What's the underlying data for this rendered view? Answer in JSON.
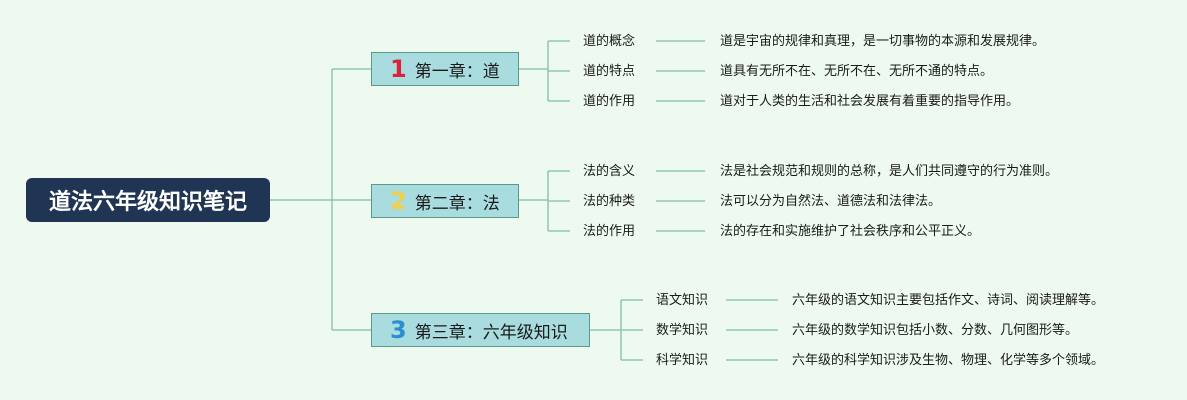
{
  "colors": {
    "background": "#eefaef",
    "root_fill": "#1f3553",
    "chapter_fill": "#a9dcdf",
    "chapter_border": "#5a9a89",
    "line": "#7fbfa8",
    "num1": "#d7243a",
    "num2": "#f2cf4a",
    "num3": "#2a8fd1"
  },
  "root": {
    "title": "道法六年级知识笔记"
  },
  "chapters": [
    {
      "num": "1",
      "title": "第一章：道",
      "items": [
        {
          "label": "道的概念",
          "desc": "道是宇宙的规律和真理，是一切事物的本源和发展规律。"
        },
        {
          "label": "道的特点",
          "desc": "道具有无所不在、无所不在、无所不通的特点。"
        },
        {
          "label": "道的作用",
          "desc": "道对于人类的生活和社会发展有着重要的指导作用。"
        }
      ]
    },
    {
      "num": "2",
      "title": "第二章：法",
      "items": [
        {
          "label": "法的含义",
          "desc": "法是社会规范和规则的总称，是人们共同遵守的行为准则。"
        },
        {
          "label": "法的种类",
          "desc": "法可以分为自然法、道德法和法律法。"
        },
        {
          "label": "法的作用",
          "desc": "法的存在和实施维护了社会秩序和公平正义。"
        }
      ]
    },
    {
      "num": "3",
      "title": "第三章：六年级知识",
      "items": [
        {
          "label": "语文知识",
          "desc": "六年级的语文知识主要包括作文、诗词、阅读理解等。"
        },
        {
          "label": "数学知识",
          "desc": "六年级的数学知识包括小数、分数、几何图形等。"
        },
        {
          "label": "科学知识",
          "desc": "六年级的科学知识涉及生物、物理、化学等多个领域。"
        }
      ]
    }
  ]
}
